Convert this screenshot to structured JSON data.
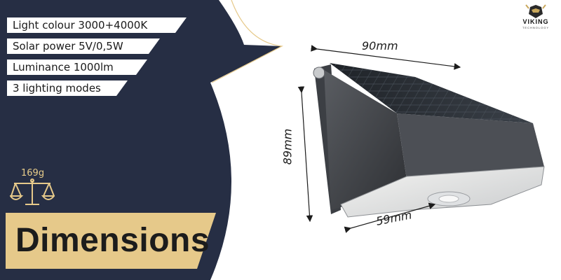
{
  "specs": [
    "Light colour 3000+4000K",
    "Solar power 5V/0,5W",
    "Luminance 1000lm",
    "3 lighting modes"
  ],
  "weight": "169g",
  "title": "Dimensions",
  "brand": {
    "name": "VIKING",
    "tagline": "TECHNOLOGY"
  },
  "dimensions": {
    "width": "90mm",
    "height": "89mm",
    "depth": "59mm"
  },
  "colors": {
    "panel": "#262e44",
    "accent": "#e6c98a",
    "text_dark": "#1c1c1c",
    "white": "#ffffff"
  },
  "icons": [
    "scale-icon",
    "viking-helmet-logo",
    "solar-light-product"
  ]
}
